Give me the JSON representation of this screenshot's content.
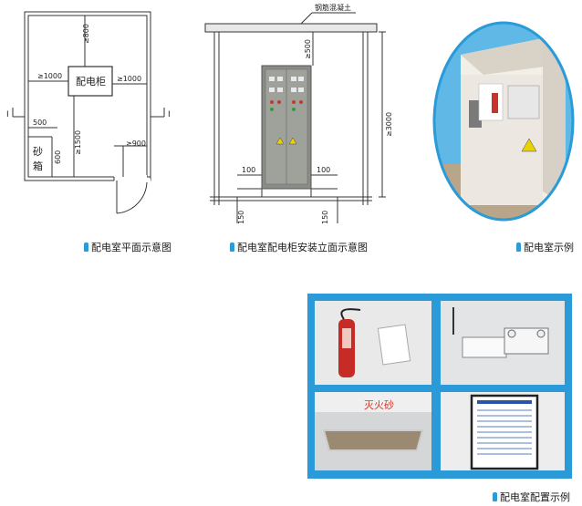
{
  "floor_plan": {
    "cabinet_label": "配电柜",
    "dim_top": "≥800",
    "dim_left": "≥1000",
    "dim_right": "≥1000",
    "dim_vertical": "≥1500",
    "dim_sand_width": "500",
    "dim_sand_height": "600",
    "dim_door": "≥900",
    "sand_box_line1": "砂",
    "sand_box_line2": "箱",
    "section_mark_left": "I",
    "section_mark_right": "I",
    "caption": "配电室平面示意图"
  },
  "elevation": {
    "roof_label": "钢筋混凝土",
    "dim_top": "≥500",
    "dim_height": "≥3000",
    "dim_left_offset": "100",
    "dim_right_offset": "100",
    "dim_base_left": "150",
    "dim_base_right": "150",
    "caption": "配电室配电柜安装立面示意图"
  },
  "photo_example": {
    "caption": "配电室示例"
  },
  "config_panel": {
    "sand_sign": "灭火砂",
    "caption": "配电室配置示例"
  },
  "colors": {
    "accent": "#2a9bd8",
    "cabinet": "#8a8d87",
    "photo_border": "#2a9bd8"
  }
}
